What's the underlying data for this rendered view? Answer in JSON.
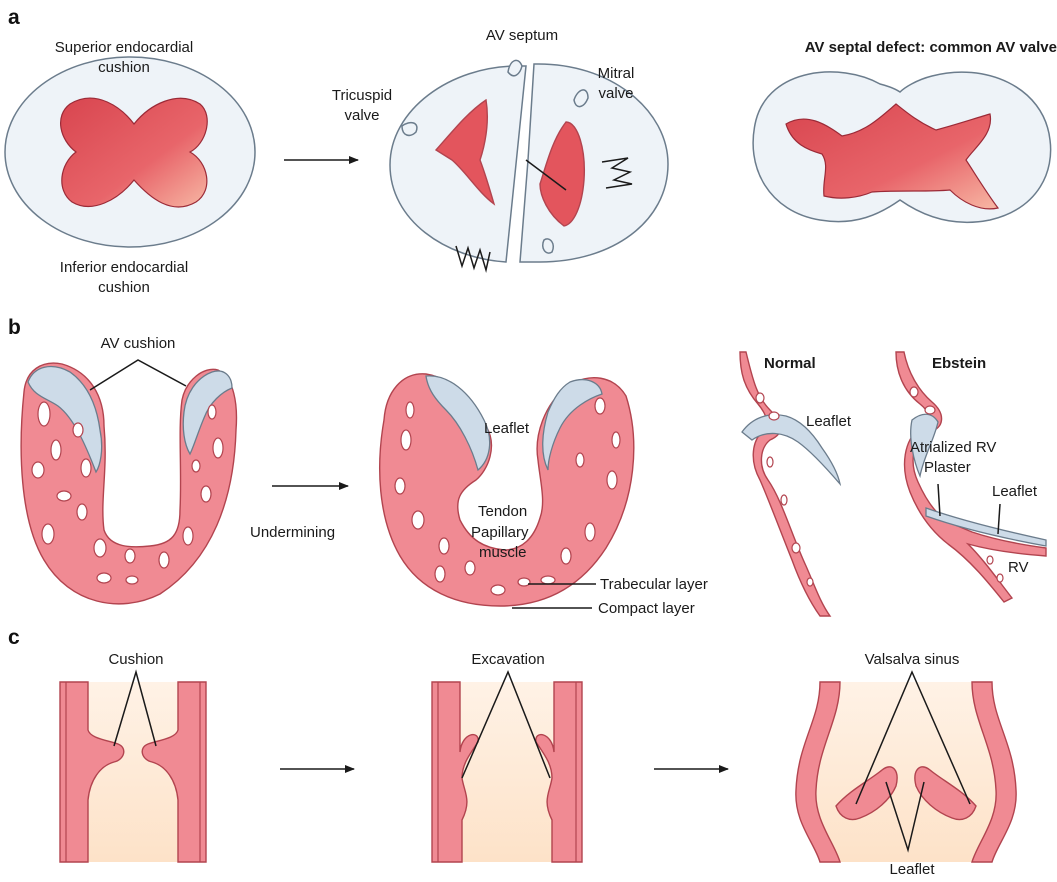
{
  "panel_a": {
    "panel_label": "a",
    "superior_cushion_line1": "Superior endocardial",
    "superior_cushion_line2": "cushion",
    "inferior_cushion_line1": "Inferior endocardial",
    "inferior_cushion_line2": "cushion",
    "av_septum": "AV septum",
    "tricuspid_line1": "Tricuspid",
    "tricuspid_line2": "valve",
    "mitral_line1": "Mitral",
    "mitral_line2": "valve",
    "defect_title": "AV septal defect: common AV valve"
  },
  "panel_b": {
    "panel_label": "b",
    "av_cushion": "AV cushion",
    "undermining": "Undermining",
    "leaflet": "Leaflet",
    "tendon": "Tendon",
    "papillary_line1": "Papillary",
    "papillary_line2": "muscle",
    "trabecular_layer": "Trabecular layer",
    "compact_layer": "Compact layer",
    "normal_title": "Normal",
    "normal_leaflet": "Leaflet",
    "ebstein_title": "Ebstein",
    "atrialized_rv": "Atrialized RV",
    "plaster": "Plaster",
    "ebstein_leaflet": "Leaflet",
    "rv": "RV"
  },
  "panel_c": {
    "panel_label": "c",
    "cushion": "Cushion",
    "excavation": "Excavation",
    "valsalva_sinus": "Valsalva sinus",
    "leaflet": "Leaflet"
  },
  "colors": {
    "tissue": "#f08a93",
    "cushion_dark": "#d8454f",
    "cushion_light": "#f7b7a4",
    "pale_blue": "#eef3f8",
    "lumen": "#fde9d6"
  }
}
